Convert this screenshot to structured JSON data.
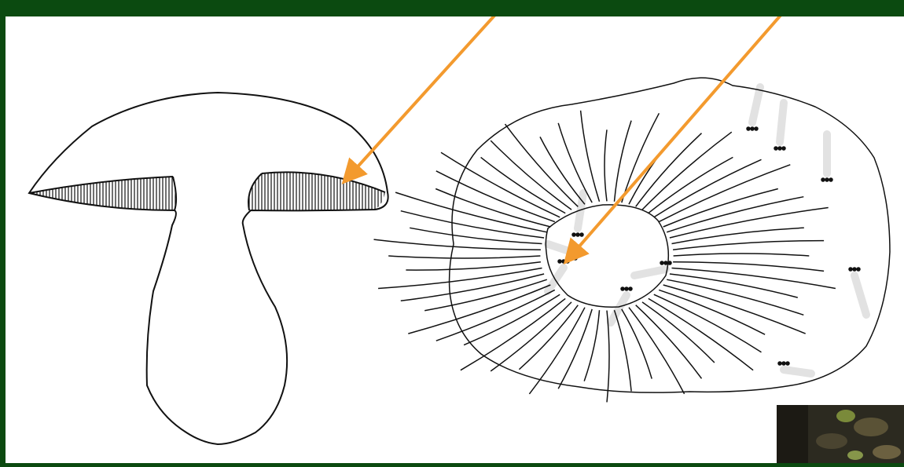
{
  "slide": {
    "background_color": "#0b4a10",
    "canvas_color": "#ffffff",
    "arrow_color": "#f39a2e"
  },
  "diagram": {
    "left_figure": "mushroom-cross-section",
    "right_figure": "tube-cross-section-with-basidia",
    "arrows": [
      {
        "name": "arrow-to-gills",
        "points_to": "mushroom-tube-layer"
      },
      {
        "name": "arrow-to-basidia",
        "points_to": "basidia"
      }
    ]
  },
  "photo": {
    "subject": "mushroom-photo-partial"
  }
}
